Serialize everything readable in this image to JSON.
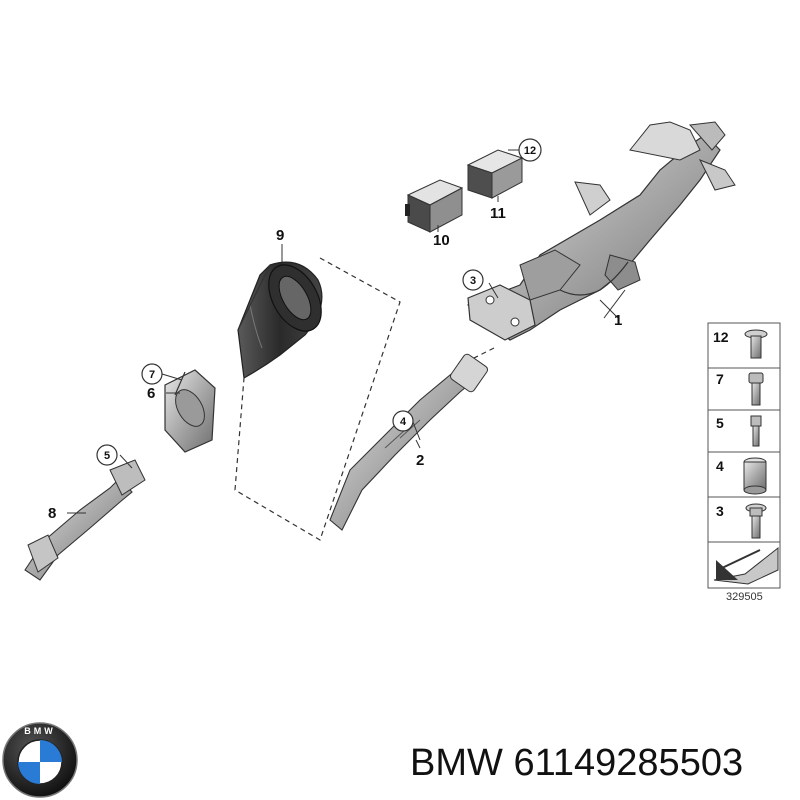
{
  "diagram": {
    "part_labels": [
      "1",
      "2",
      "6",
      "8",
      "9",
      "10",
      "11"
    ],
    "circled_labels": [
      "3",
      "4",
      "5",
      "7",
      "12"
    ],
    "fastener_table": [
      "12",
      "7",
      "5",
      "4",
      "3"
    ],
    "reference_number": "329505"
  },
  "footer": {
    "brand": "BMW",
    "part_number": "61149285503",
    "logo_letters": "BMW"
  },
  "colors": {
    "line": "#333333",
    "part_fill": "#b9b9b9",
    "boot_fill": "#3a3a3a",
    "logo_blue": "#2a7bd6"
  }
}
